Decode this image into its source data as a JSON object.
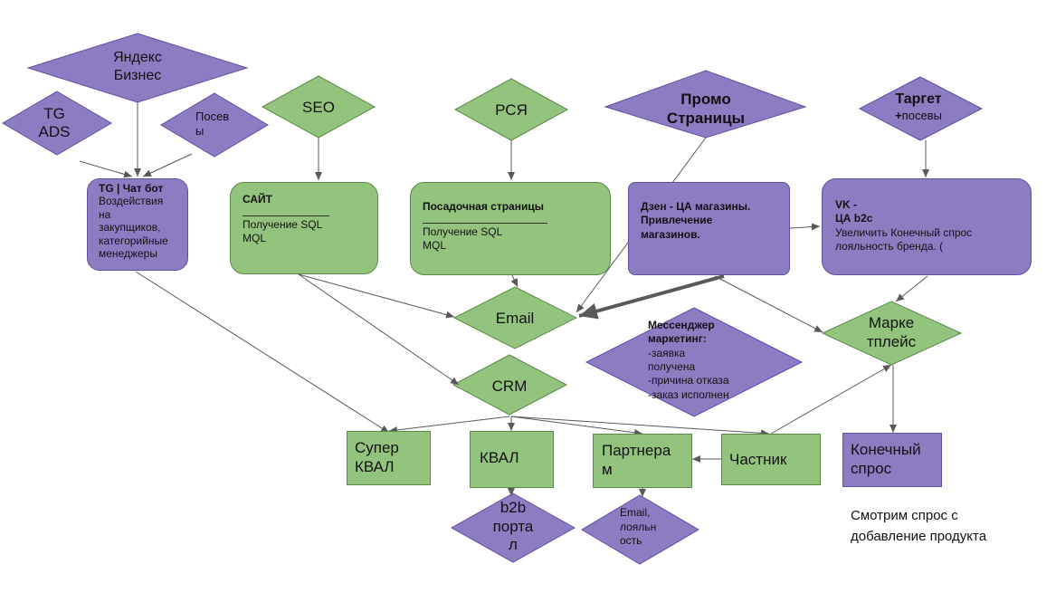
{
  "nodes": {
    "yandex": [
      "Яндекс",
      "Бизнес"
    ],
    "tg_ads": [
      "TG",
      "ADS"
    ],
    "posevy_small": [
      "Посев",
      "ы"
    ],
    "seo": "SEO",
    "rsya": "РСЯ",
    "promo": [
      "Промо",
      "Страницы"
    ],
    "target": {
      "title": "Таргет",
      "sub_plus": "+",
      "sub": "посевы"
    },
    "tg_bot": {
      "title": "TG | Чат бот",
      "lines": [
        "Воздействия",
        "на",
        "закупщиков,",
        "категорийные",
        "менеджеры"
      ]
    },
    "site": {
      "title": "САЙТ",
      "lines": [
        "Получение SQL",
        "MQL"
      ]
    },
    "landing": {
      "title": "Посадочная страницы",
      "lines": [
        "Получение SQL",
        "MQL"
      ]
    },
    "dzen": [
      "Дзен - ЦА магазины.",
      "Привлечение",
      "магазинов."
    ],
    "vk": {
      "title1": "VK -",
      "title2": "ЦА b2c",
      "lines": [
        "Увеличить Конечный спрос",
        "лояльность бренда. ("
      ]
    },
    "email": "Email",
    "crm": "CRM",
    "messenger": {
      "title": [
        "Мессенджер",
        "маркетинг:"
      ],
      "lines": [
        "-заявка",
        "получена",
        "-причина отказа",
        "-заказ исполнен"
      ]
    },
    "marketplace": [
      "Марке",
      "тплейс"
    ],
    "super_kval": [
      "Супер",
      "КВАЛ"
    ],
    "kval": "КВАЛ",
    "partners": [
      "Партнера",
      "м"
    ],
    "private": "Частник",
    "end_demand": [
      "Конечный",
      "спрос"
    ],
    "b2b": [
      "b2b",
      "порта",
      "л"
    ],
    "email_loyal": [
      "Email,",
      "лояльн",
      "ость"
    ]
  },
  "note": [
    "Смотрим спрос с",
    "добавление продукта"
  ],
  "colors": {
    "green": "#93c47d",
    "purple": "#8e7cc3",
    "arrow": "#595959"
  }
}
